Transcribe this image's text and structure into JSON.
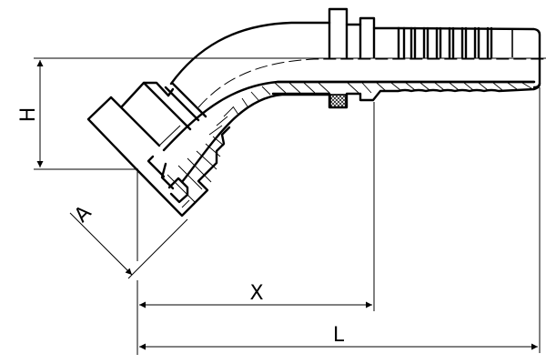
{
  "drawing": {
    "subject": "45° hose fitting with flange",
    "colors": {
      "line": "#000000",
      "background": "#ffffff"
    },
    "dimensions": {
      "H": {
        "label": "H",
        "orientation": "vertical"
      },
      "A": {
        "label": "A",
        "orientation": "diagonal"
      },
      "X": {
        "label": "X",
        "orientation": "horizontal"
      },
      "L": {
        "label": "L",
        "orientation": "horizontal"
      }
    }
  }
}
